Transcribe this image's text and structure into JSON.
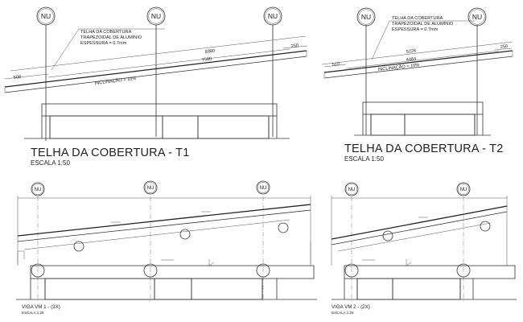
{
  "drawing_t1": {
    "marker": "NU",
    "roof_note": [
      "TELHA DA COBERTURA",
      "TRAPEZOIDAL DE ALUMÍNIO",
      "ESPESSURA = 0.7mm"
    ],
    "dims": [
      "8380",
      "7580",
      "508",
      "250"
    ],
    "slope": "INCLINAÇÃO = 10%",
    "title": "TELHA DA COBERTURA - T1",
    "scale": "ESCALA 1:50"
  },
  "drawing_t2": {
    "marker": "NU",
    "roof_note": [
      "TELHA DA COBERTURA",
      "TRAPEZOIDAL DE ALUMÍNIO",
      "ESPESSURA = 0.7mm"
    ],
    "dims": [
      "5226",
      "4464",
      "510",
      "250"
    ],
    "slope": "INCLINAÇÃO = 10%",
    "title": "TELHA DA COBERTURA - T2",
    "scale": "ESCALA 1:50"
  },
  "drawing_vm1": {
    "marker": "NU",
    "title": "VIGA VM 1 - (3X)",
    "scale": "ESCALA 1:25"
  },
  "drawing_vm2": {
    "marker": "NU",
    "title": "VIGA VM 2 - (2X)",
    "scale": "ESCALA 1:25"
  }
}
